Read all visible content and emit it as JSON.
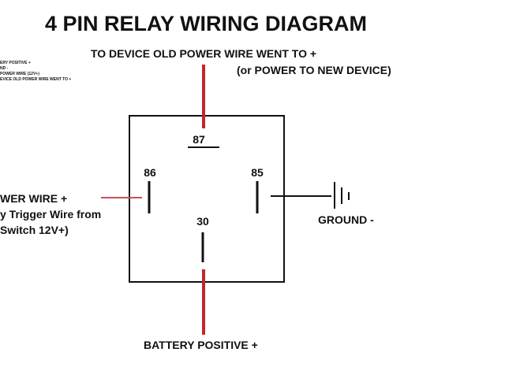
{
  "title": "4 PIN RELAY WIRING DIAGRAM",
  "legend_lines": [
    "ERY POSITIVE +",
    "ND -",
    "POWER WIRE (12V+)",
    "EVICE OLD POWER WIRE WENT TO +"
  ],
  "top_label": "TO DEVICE OLD POWER WIRE WENT TO +",
  "top_sublabel": "(or POWER TO NEW DEVICE)",
  "pins": {
    "p87": "87",
    "p86": "86",
    "p85": "85",
    "p30": "30"
  },
  "left_label": [
    "WER WIRE +",
    "y Trigger Wire from",
    "Switch  12V+)"
  ],
  "right_label": "GROUND -",
  "bottom_label": "BATTERY POSITIVE +",
  "colors": {
    "power_wire": "#c1272d",
    "trigger_wire": "#c8505a",
    "line": "#111111"
  }
}
